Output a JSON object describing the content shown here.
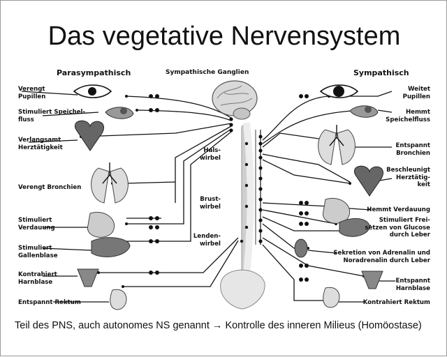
{
  "title": "Das vegetative Nervensystem",
  "headers": {
    "left": "Parasympathisch",
    "center": "Sympathische Ganglien",
    "right": "Sympathisch"
  },
  "left_labels": [
    "Verengt\nPupillen",
    "Stimuliert Speichel-\nfluss",
    "Verlangsamt\nHerztätigkeit",
    "Verengt Bronchien",
    "Stimuliert\nVerdauung",
    "Stimuliert\nGallenblase",
    "Kontrahiert\nHarnblase",
    "Entspannt Rektum"
  ],
  "right_labels": [
    "Weitet\nPupillen",
    "Hemmt\nSpeichelfluss",
    "Entspannt\nBronchien",
    "Beschleunigt\nHerztätig-\nkeit",
    "Hemmt Verdauung",
    "Stimuliert Frei-\nsetzen von Glucose\ndurch Leber",
    "Sekretion von Adrenalin und\nNoradrenalin durch Leber",
    "Entspannt\nHarnblase",
    "Kontrahiert Rektum"
  ],
  "spine_labels": {
    "hals": "Hals-\nwirbel",
    "brust": "Brust-\nwirbel",
    "lenden": "Lenden-\nwirbel"
  },
  "caption": "Teil des PNS, auch autonomes NS genannt → Kontrolle des inneren Milieus (Homöostase)",
  "colors": {
    "ink": "#111111",
    "organ": "#555555",
    "spine": "#bdbdbd"
  }
}
